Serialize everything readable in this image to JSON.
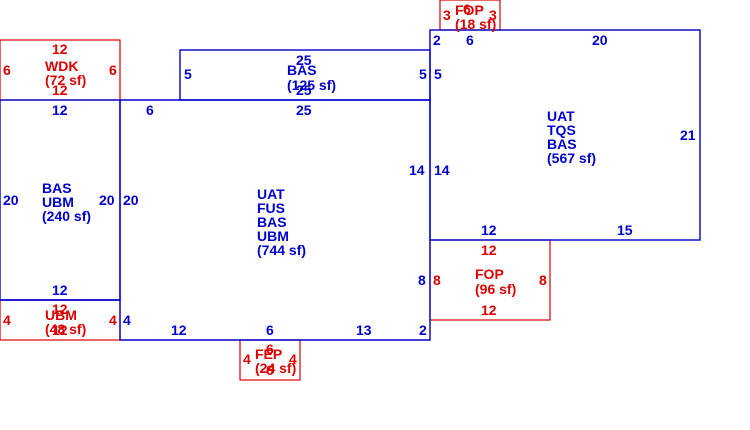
{
  "colors": {
    "main": "#0000cc",
    "outbuilding": "#dd0000",
    "background": "#ffffff"
  },
  "areas": {
    "wdk": {
      "lines": [
        "WDK",
        "(72 sf)"
      ]
    },
    "bas_top": {
      "lines": [
        "BAS",
        "(125 sf)"
      ]
    },
    "fop_top": {
      "lines": [
        "FOP",
        "(18 sf)"
      ]
    },
    "bas_ubm": {
      "lines": [
        "BAS",
        "UBM",
        "(240 sf)"
      ]
    },
    "main": {
      "lines": [
        "UAT",
        "FUS",
        "BAS",
        "UBM",
        "(744 sf)"
      ]
    },
    "uat_tqs": {
      "lines": [
        "UAT",
        "TQS",
        "BAS",
        "(567 sf)"
      ]
    },
    "fop_right": {
      "lines": [
        "FOP",
        "(96 sf)"
      ]
    },
    "ubm_small": {
      "lines": [
        "UBM",
        "(48 sf)"
      ]
    },
    "fep": {
      "lines": [
        "FEP",
        "(24 sf)"
      ]
    }
  },
  "dimensions": {
    "wdk": {
      "top": "12",
      "inner": "12",
      "left": "6",
      "right": "6"
    },
    "bas_top": {
      "top": "25",
      "bottom": "25",
      "left": "5",
      "right": "5"
    },
    "fop_top": {
      "top": "6",
      "left": "3",
      "right": "3"
    },
    "uat_tqs": {
      "left": "2",
      "inner_left": "6",
      "top": "20",
      "right": "21",
      "left_side": "5",
      "wall": "14",
      "bottom_left": "12",
      "bottom_right": "15"
    },
    "bas_ubm": {
      "top": "12",
      "left": "20",
      "right": "20",
      "bottom": "12"
    },
    "main": {
      "top_left": "6",
      "top_center": "25",
      "wall_left": "14",
      "wall_right": "8",
      "left": "20",
      "bottom_left_side": "4",
      "bottom_1": "12",
      "bottom_2": "6",
      "bottom_3": "13",
      "bottom_corner": "2"
    },
    "fop_right": {
      "top": "12",
      "bottom": "12",
      "left": "8",
      "right": "8"
    },
    "ubm_small": {
      "top": "12",
      "bottom": "12",
      "left": "4",
      "right": "4"
    },
    "fep": {
      "top": "6",
      "bottom": "6",
      "left": "4",
      "right": "4"
    }
  }
}
